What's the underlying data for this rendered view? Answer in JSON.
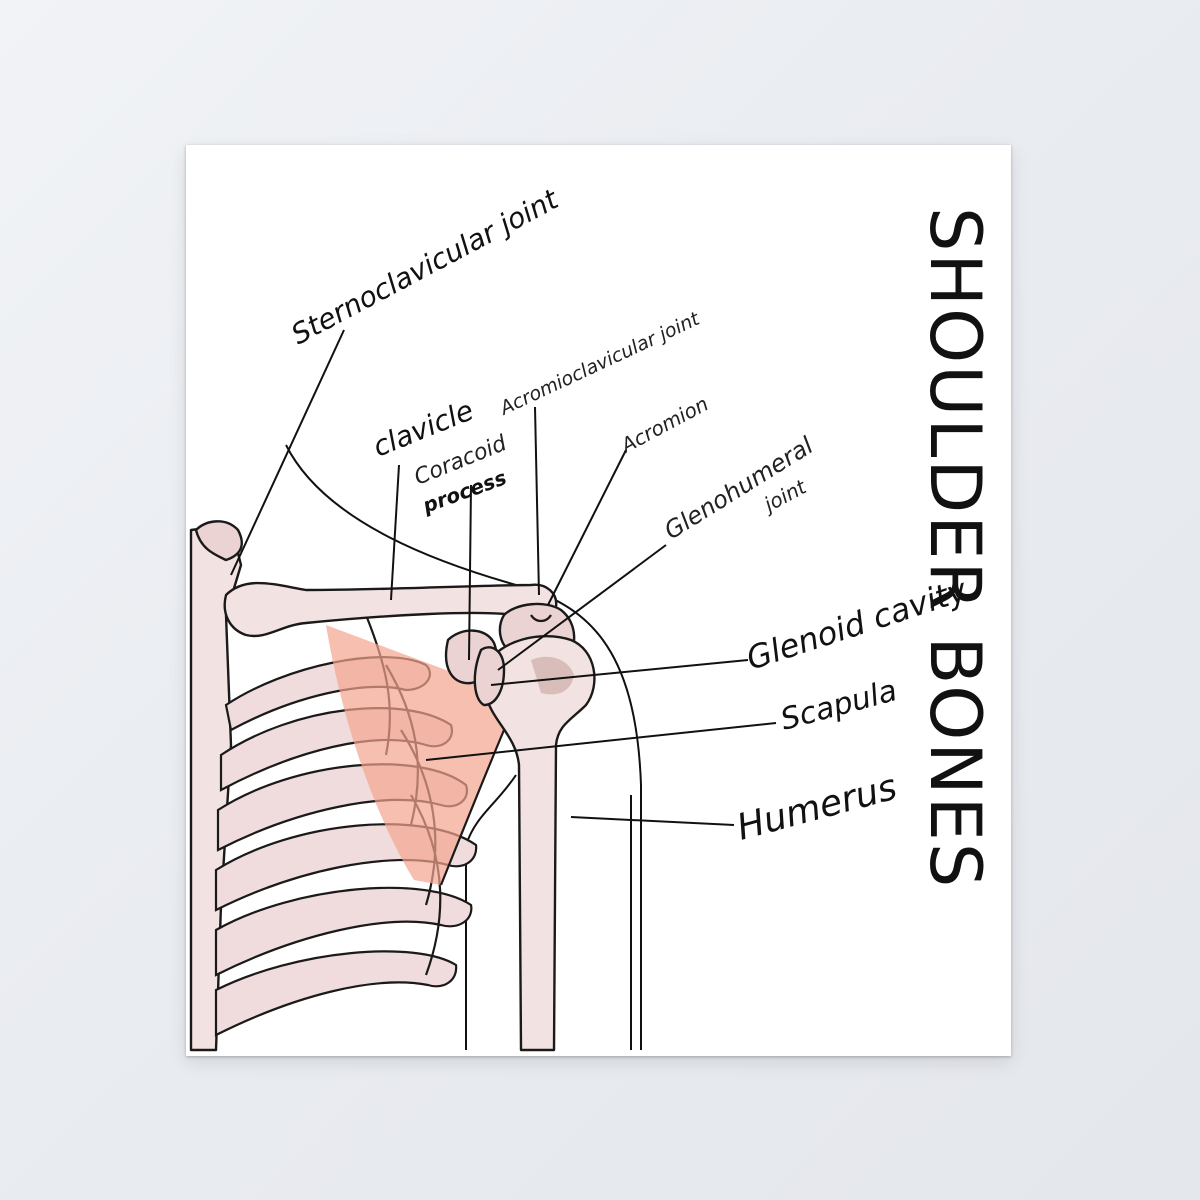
{
  "poster": {
    "title": "SHOULDER BONES"
  },
  "labels": {
    "sternoclavicular_joint": "Sternoclavicular joint",
    "clavicle": "clavicle",
    "acromioclavicular_joint": "Acromioclavicular joint",
    "acromion": "Acromion",
    "coracoid_process_line1": "Coracoid",
    "coracoid_process_line2": "process",
    "glenohumeral_joint_line1": "Glenohumeral",
    "glenohumeral_joint_line2": "joint",
    "glenoid_cavity": "Glenoid cavity",
    "scapula": "Scapula",
    "humerus": "Humerus"
  },
  "colors": {
    "bone": "#f3e2e2",
    "scapula_highlight": "#f2a48f",
    "ink": "#111111"
  }
}
